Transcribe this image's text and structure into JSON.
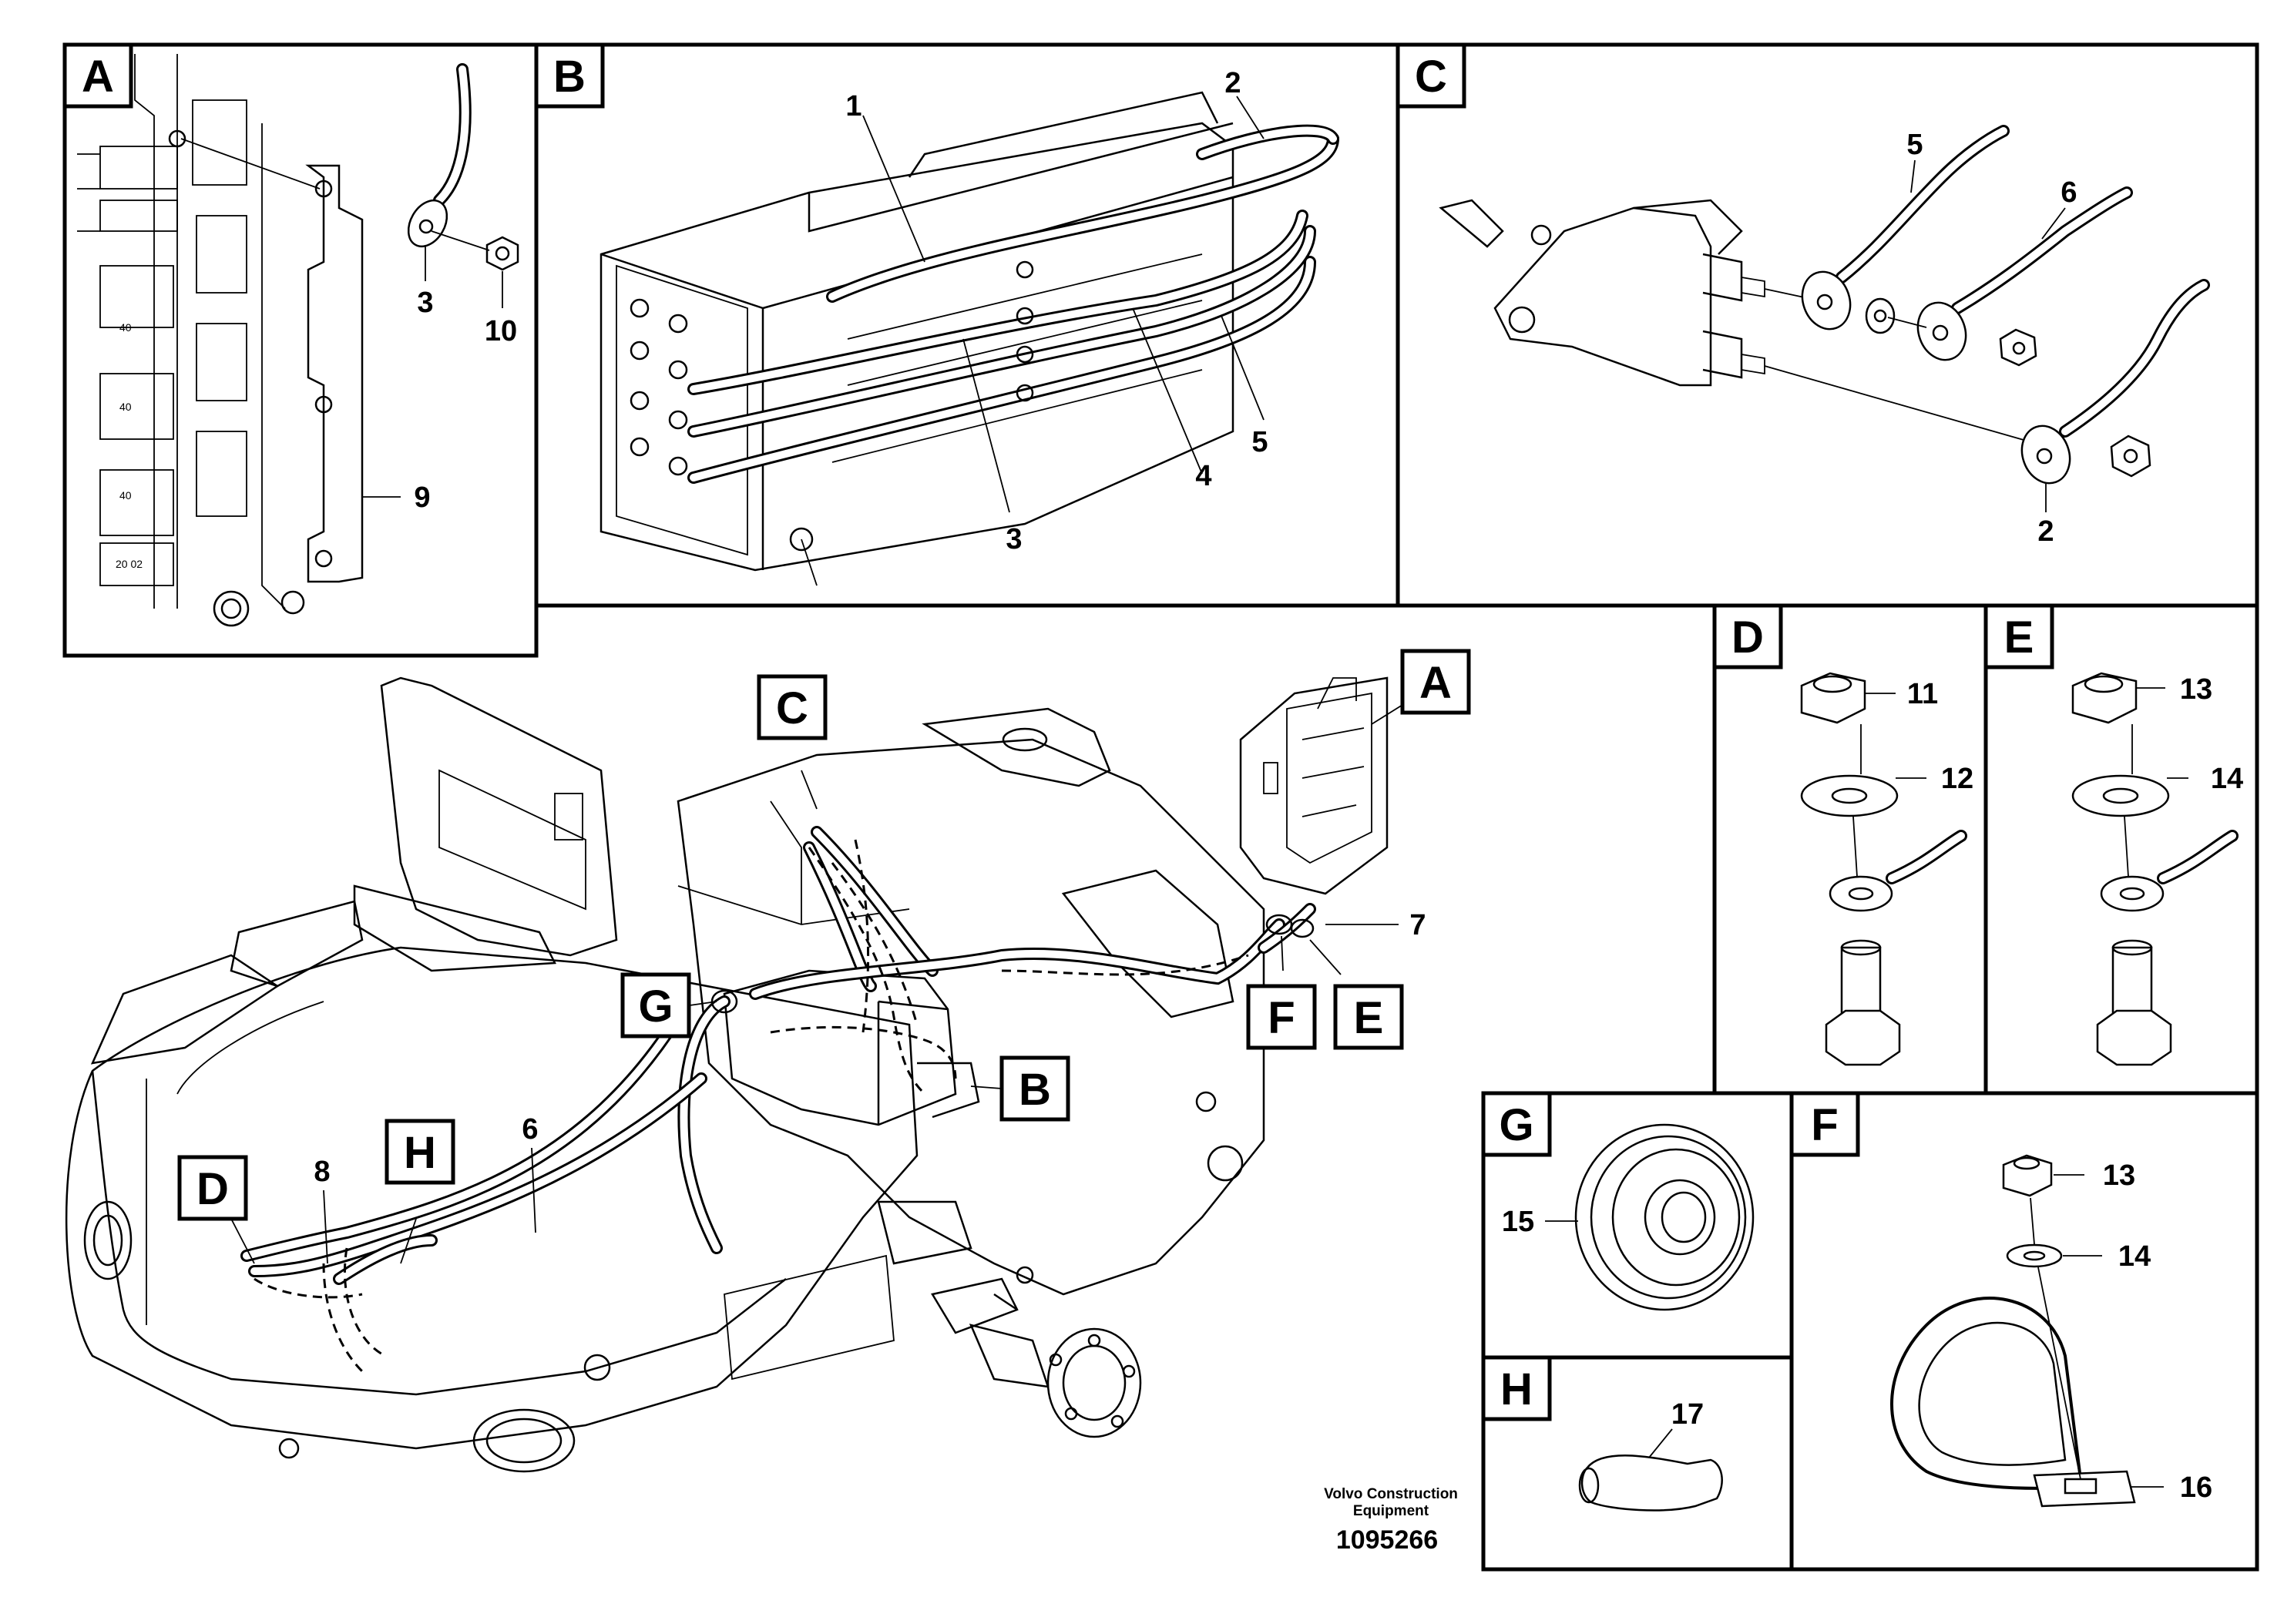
{
  "panels": {
    "A": {
      "letter": "A",
      "labels": {
        "p3": "3",
        "p10": "10",
        "p9": "9"
      }
    },
    "B": {
      "letter": "B",
      "labels": {
        "p1": "1",
        "p2": "2",
        "p3": "3",
        "p4": "4",
        "p5": "5"
      }
    },
    "C": {
      "letter": "C",
      "labels": {
        "p5": "5",
        "p6": "6",
        "p2": "2"
      }
    },
    "D": {
      "letter": "D",
      "labels": {
        "p11": "11",
        "p12": "12"
      }
    },
    "E": {
      "letter": "E",
      "labels": {
        "p13": "13",
        "p14": "14"
      }
    },
    "G": {
      "letter": "G",
      "labels": {
        "p15": "15"
      }
    },
    "F": {
      "letter": "F",
      "labels": {
        "p13": "13",
        "p14": "14",
        "p16": "16"
      }
    },
    "H": {
      "letter": "H",
      "labels": {
        "p17": "17"
      }
    }
  },
  "main": {
    "callouts": {
      "C": "C",
      "A": "A",
      "G": "G",
      "B": "B",
      "F": "F",
      "E": "E",
      "D": "D",
      "H": "H"
    },
    "labels": {
      "p7": "7",
      "p6": "6",
      "p8": "8"
    }
  },
  "watermark": {
    "line1": "Volvo Construction",
    "line2": "Equipment",
    "drawing_number": "1095266"
  }
}
